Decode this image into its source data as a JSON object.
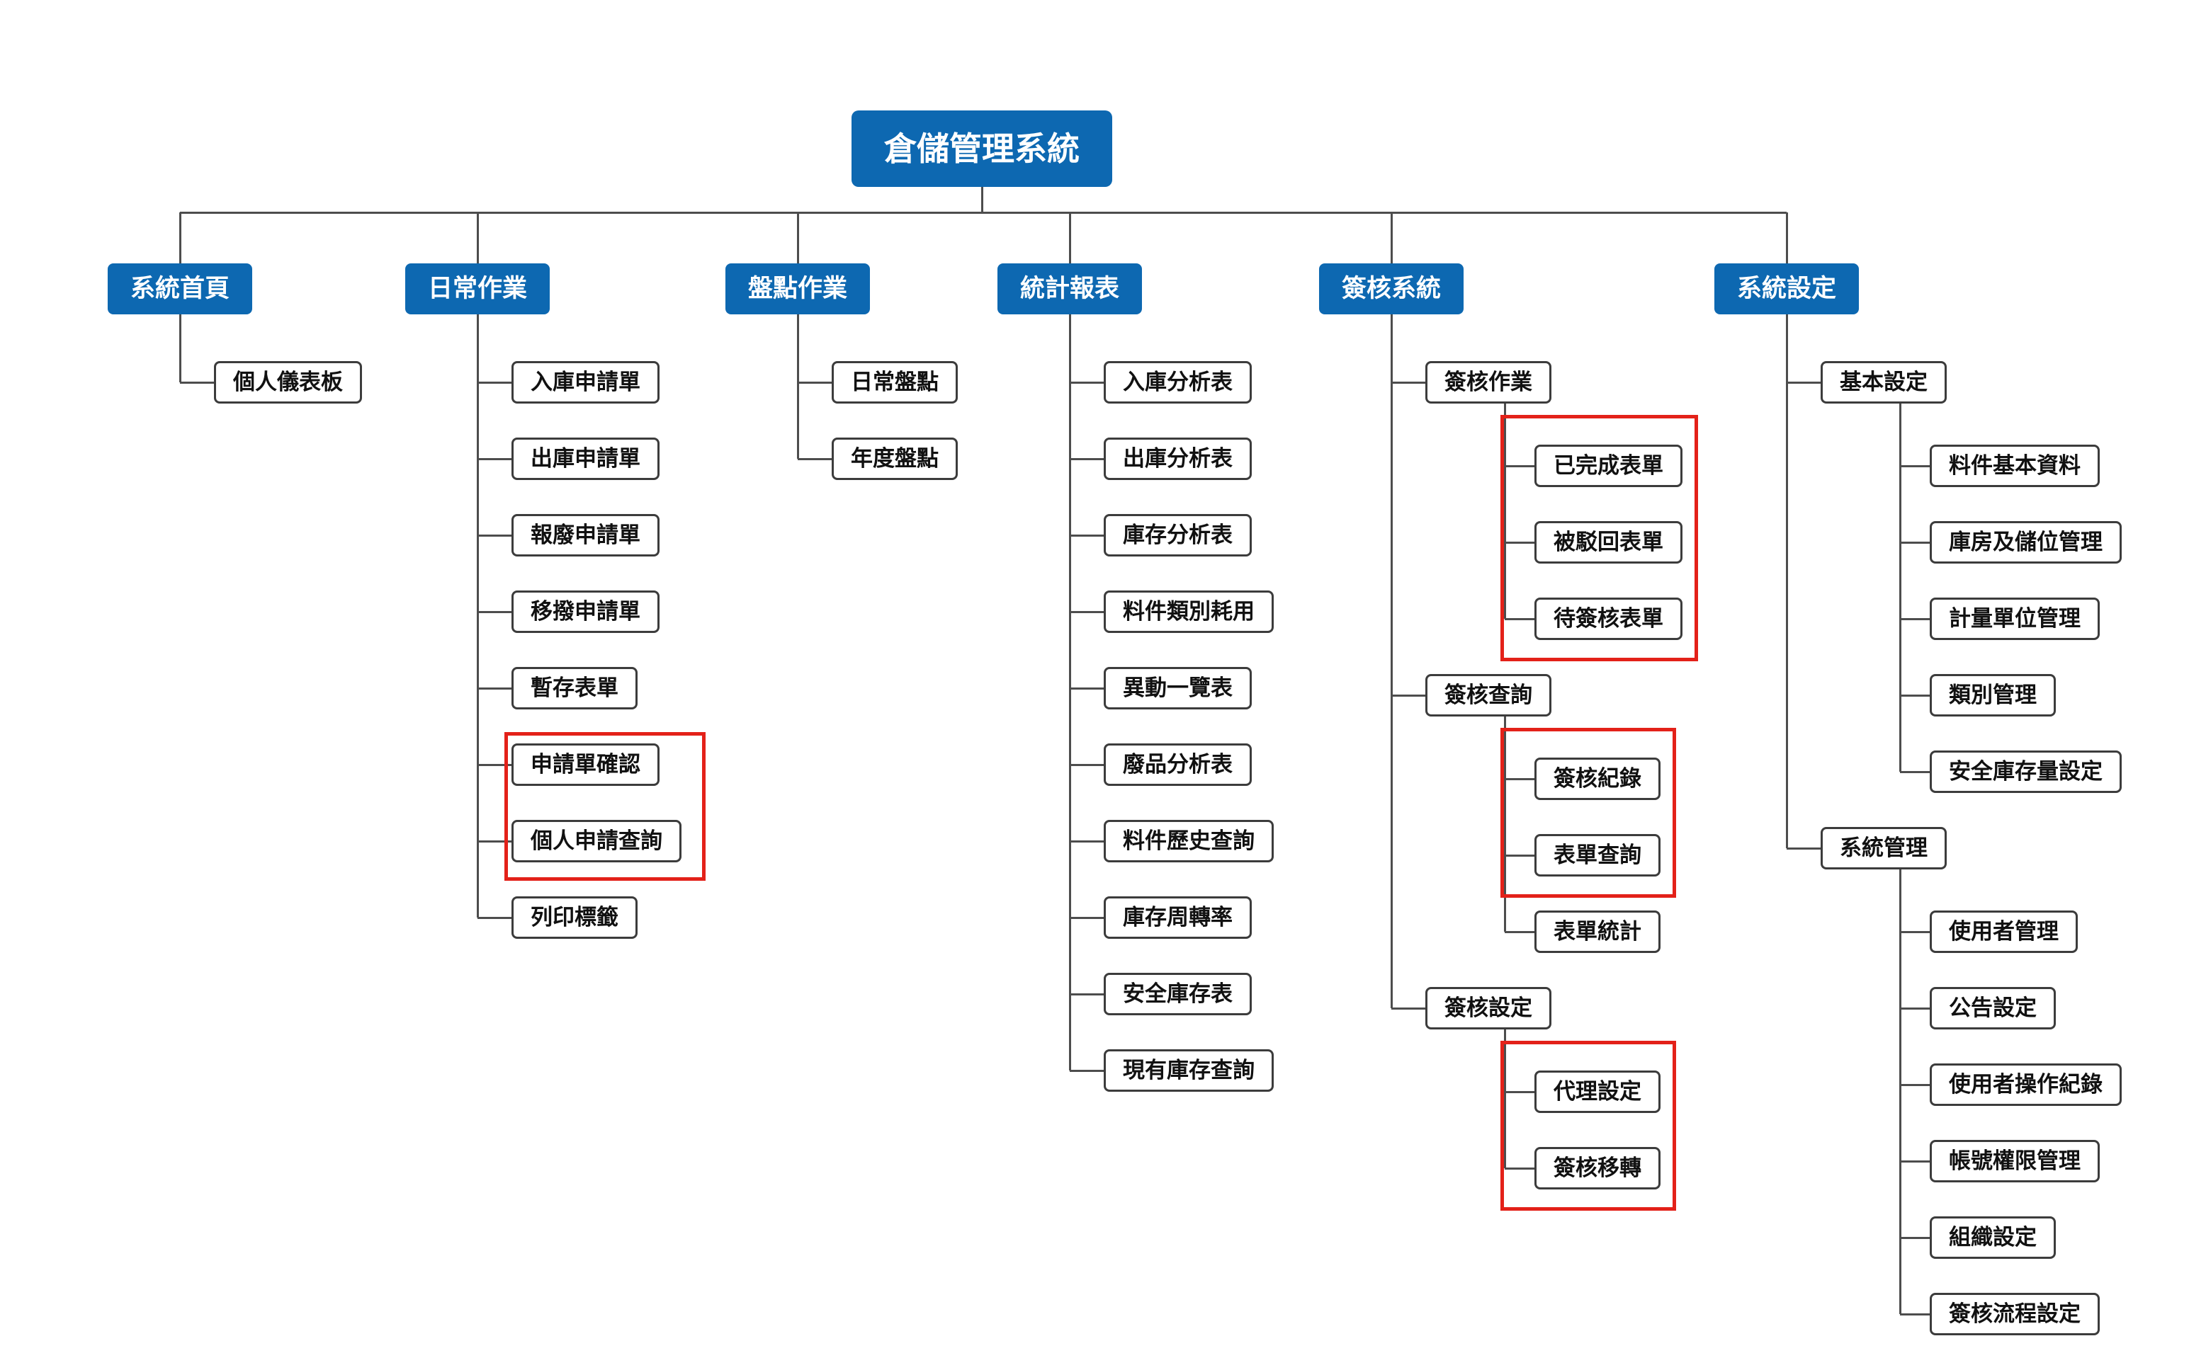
{
  "colors": {
    "node_fill": "#0d68b1",
    "node_text": "#ffffff",
    "leaf_fill": "#ffffff",
    "leaf_border": "#3c3c3c",
    "leaf_text": "#111111",
    "line": "#4d4d4d",
    "highlight": "#e32119",
    "background": "#ffffff"
  },
  "tree": {
    "label": "倉儲管理系統",
    "children": [
      {
        "label": "系統首頁",
        "children": [
          {
            "label": "個人儀表板"
          }
        ]
      },
      {
        "label": "日常作業",
        "children": [
          {
            "label": "入庫申請單"
          },
          {
            "label": "出庫申請單"
          },
          {
            "label": "報廢申請單"
          },
          {
            "label": "移撥申請單"
          },
          {
            "label": "暫存表單"
          },
          {
            "label": "申請單確認",
            "hl": 0
          },
          {
            "label": "個人申請查詢",
            "hl": 0
          },
          {
            "label": "列印標籤"
          }
        ]
      },
      {
        "label": "盤點作業",
        "children": [
          {
            "label": "日常盤點"
          },
          {
            "label": "年度盤點"
          }
        ]
      },
      {
        "label": "統計報表",
        "children": [
          {
            "label": "入庫分析表"
          },
          {
            "label": "出庫分析表"
          },
          {
            "label": "庫存分析表"
          },
          {
            "label": "料件類別耗用"
          },
          {
            "label": "異動一覽表"
          },
          {
            "label": "廢品分析表"
          },
          {
            "label": "料件歷史查詢"
          },
          {
            "label": "庫存周轉率"
          },
          {
            "label": "安全庫存表"
          },
          {
            "label": "現有庫存查詢"
          }
        ]
      },
      {
        "label": "簽核系統",
        "children": [
          {
            "label": "簽核作業",
            "children": [
              {
                "label": "已完成表單",
                "hl": 1
              },
              {
                "label": "被駁回表單",
                "hl": 1
              },
              {
                "label": "待簽核表單",
                "hl": 1
              }
            ]
          },
          {
            "label": "簽核查詢",
            "children": [
              {
                "label": "簽核紀錄",
                "hl": 2
              },
              {
                "label": "表單查詢",
                "hl": 2
              },
              {
                "label": "表單統計"
              }
            ]
          },
          {
            "label": "簽核設定",
            "children": [
              {
                "label": "代理設定",
                "hl": 3
              },
              {
                "label": "簽核移轉",
                "hl": 3
              }
            ]
          }
        ]
      },
      {
        "label": "系統設定",
        "children": [
          {
            "label": "基本設定",
            "children": [
              {
                "label": "料件基本資料"
              },
              {
                "label": "庫房及儲位管理"
              },
              {
                "label": "計量單位管理"
              },
              {
                "label": "類別管理"
              },
              {
                "label": "安全庫存量設定"
              }
            ]
          },
          {
            "label": "系統管理",
            "children": [
              {
                "label": "使用者管理"
              },
              {
                "label": "公告設定"
              },
              {
                "label": "使用者操作紀錄"
              },
              {
                "label": "帳號權限管理"
              },
              {
                "label": "組織設定"
              },
              {
                "label": "簽核流程設定"
              }
            ]
          }
        ]
      }
    ]
  }
}
